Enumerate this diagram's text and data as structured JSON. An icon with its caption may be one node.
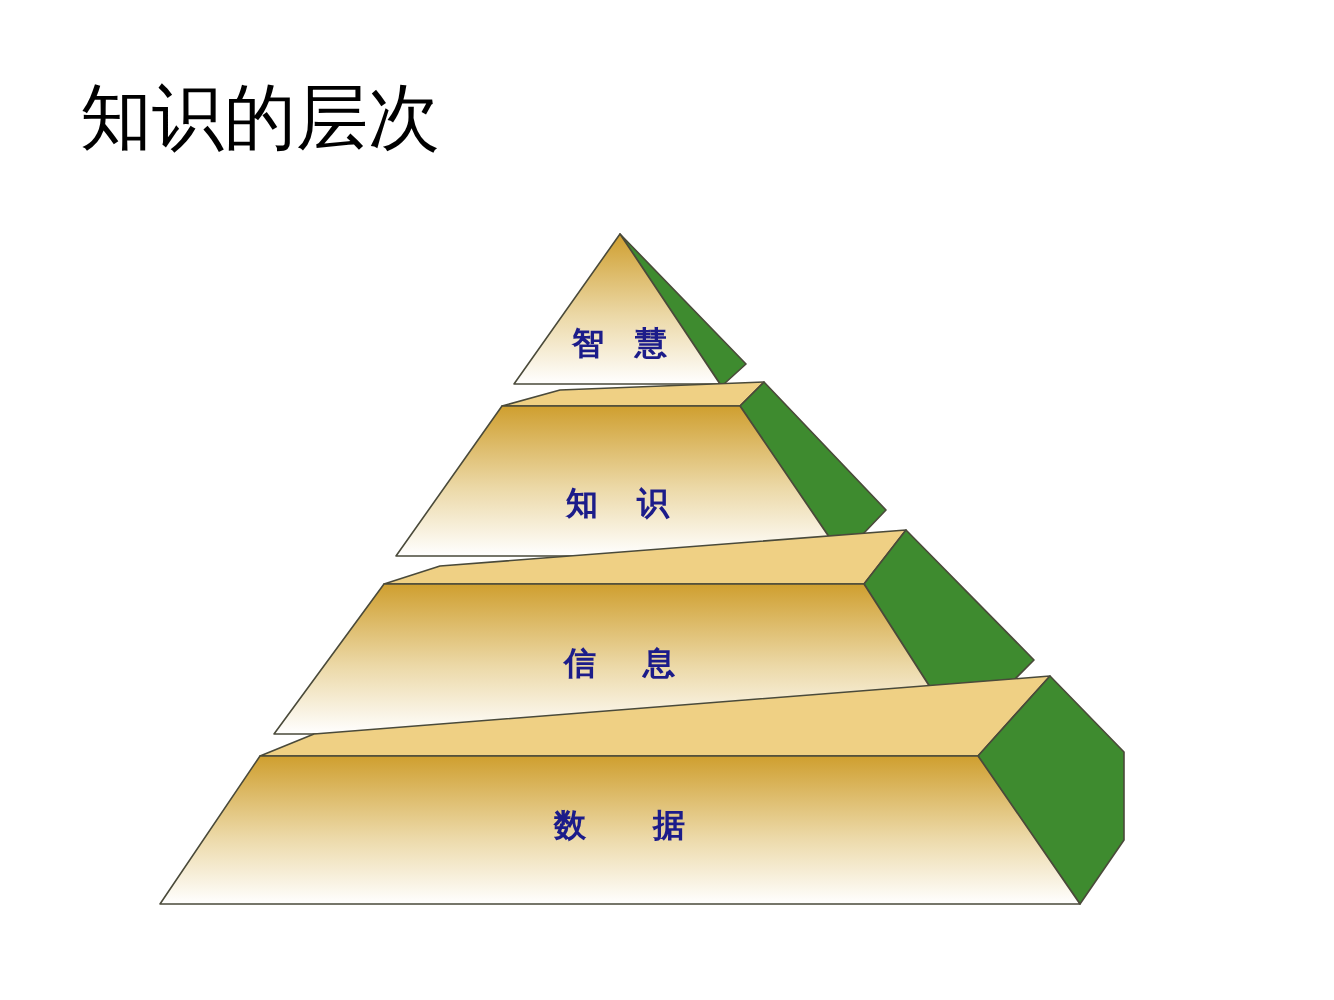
{
  "diagram": {
    "title": "知识的层次",
    "nodes": [
      {
        "text": [
          "智 慧"
        ]
      },
      {
        "text": [
          "知 识"
        ]
      },
      {
        "text": [
          "信 息"
        ]
      },
      {
        "text": [
          "数 据"
        ]
      }
    ]
  }
}
